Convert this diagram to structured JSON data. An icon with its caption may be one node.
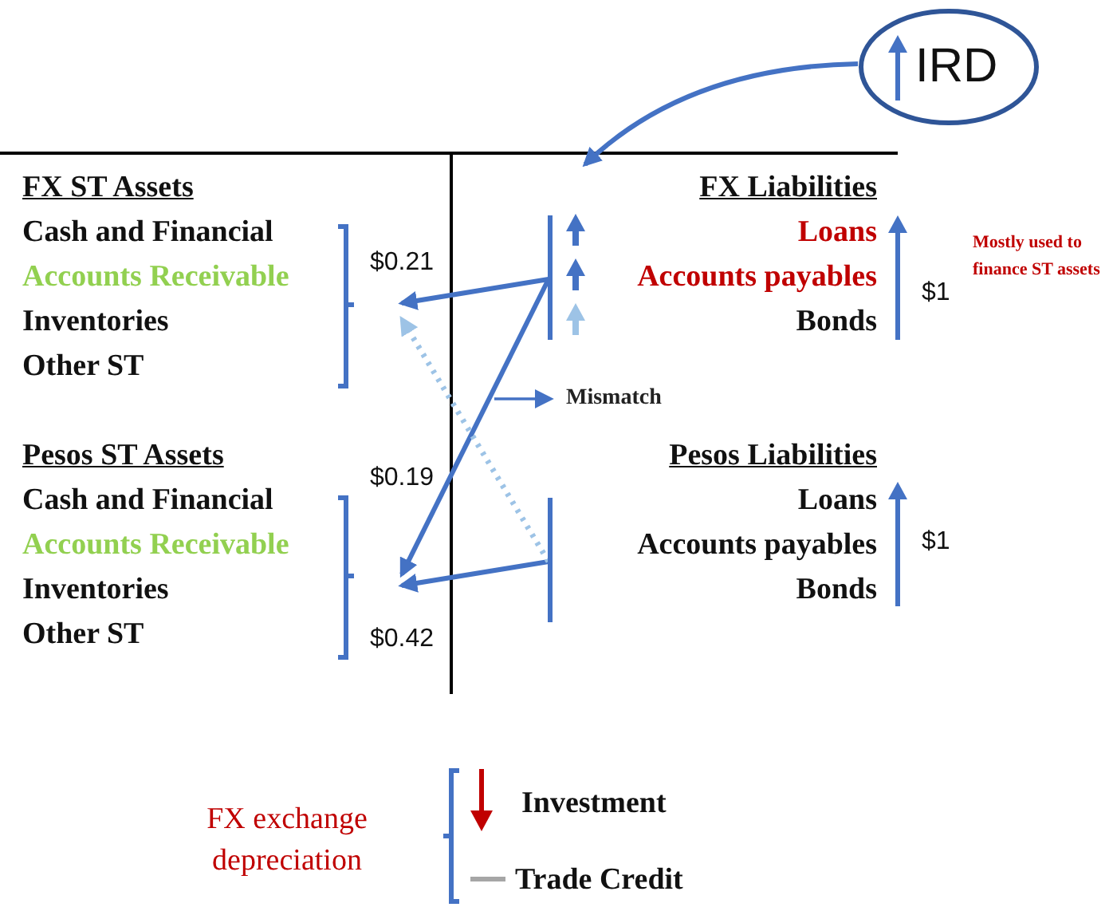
{
  "diagram": {
    "nodes": [
      {
        "text": [
          "IRD"
        ]
      },
      {
        "text": [
          "FX ST Assets",
          "Cash and Financial",
          "Accounts Receivable",
          "Inventories",
          "Other ST"
        ],
        "beside": [
          "$0.21"
        ]
      },
      {
        "text": [
          "FX Liabilities",
          "Loans",
          "Accounts payables",
          "Bonds"
        ],
        "beside": [
          "$1"
        ]
      },
      {
        "text": [
          "Pesos ST Assets",
          "Cash and Financial",
          "Accounts Receivable",
          "Inventories",
          "Other ST"
        ],
        "beside": [
          "$0.19",
          "$0.42"
        ]
      },
      {
        "text": [
          "Pesos Liabilities",
          "Loans",
          "Accounts payables",
          "Bonds"
        ],
        "beside": [
          "$1"
        ]
      },
      {
        "text": [
          "Mismatch"
        ]
      }
    ],
    "edges": [
      {
        "from": 0,
        "to": 2,
        "arrow": "to"
      },
      {
        "from": 2,
        "to": 1,
        "arrow": "to"
      },
      {
        "from": 2,
        "to": 3,
        "arrow": "to"
      },
      {
        "from": 4,
        "to": 3,
        "arrow": "to"
      },
      {
        "from": 4,
        "to": 1,
        "arrow": "to",
        "style": "dashed",
        "color": "#9dc3e6"
      },
      {
        "from": null,
        "to": 5,
        "arrow": "to"
      }
    ],
    "labels": [
      "Mostly used to finance ST assets",
      "FX exchange depreciation",
      "Investment",
      "Trade Credit"
    ]
  }
}
